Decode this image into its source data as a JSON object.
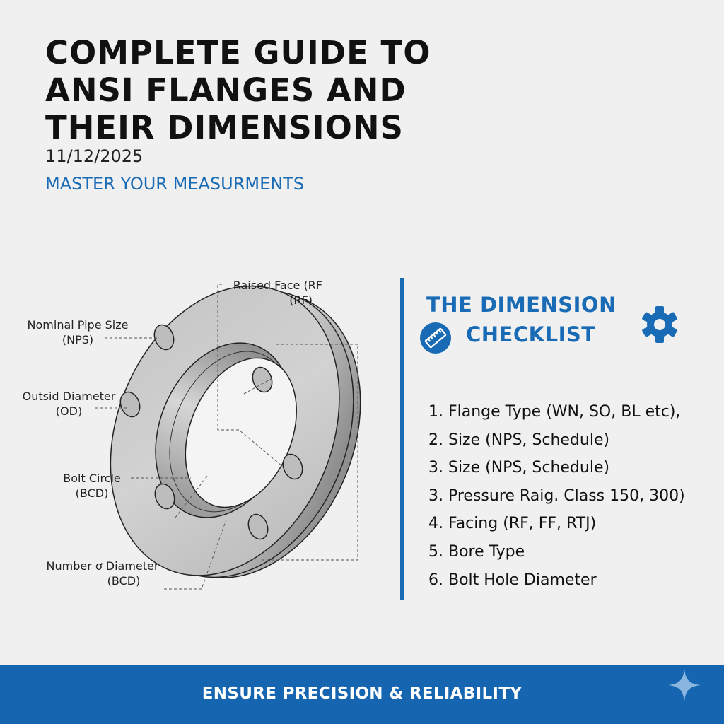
{
  "header": {
    "title_lines": [
      "COMPLETE GUIDE TO",
      "ANSI FLANGES AND",
      "THEIR DIMENSIONS"
    ],
    "date": "11/12/2025",
    "tagline": "MASTER YOUR MEASURMENTS"
  },
  "diagram": {
    "labels": {
      "raised_face": [
        "Raised Face (RF",
        "(RF)"
      ],
      "nps": [
        "Nominal Pipe Size",
        "(NPS)"
      ],
      "od": [
        "Outsid Diameter",
        "(OD)"
      ],
      "bolt_circle": [
        "Bolt Circle",
        "(BCD)"
      ],
      "number_diameter": [
        "Number ơ Diameter",
        "(BCD)"
      ]
    }
  },
  "checklist": {
    "title_line1": "THE DIMENSION",
    "title_line2": "CHECKLIST",
    "icons": [
      "ruler-icon",
      "gear-icon"
    ],
    "items": [
      "1. Flange Type (WN, SO, BL etc),",
      "2. Size (NPS, Schedule)",
      "3. Size (NPS, Schedule)",
      "3. Pressure Raig. Class 150, 300)",
      "4. Facing (RF, FF, RTJ)",
      "5. Bore Type",
      "6. Bolt Hole Diameter"
    ]
  },
  "footer": {
    "text": "ENSURE PRECISION & RELIABILITY",
    "icon": "sparkle-icon"
  },
  "colors": {
    "accent": "#1a6bb5",
    "footer": "#1565b0",
    "background": "#f0f0f0"
  }
}
